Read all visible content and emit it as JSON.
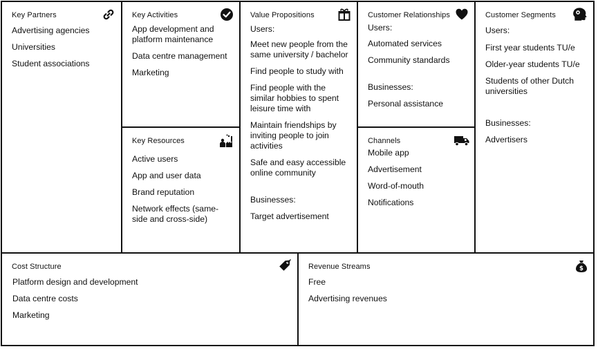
{
  "sections": {
    "key_partners": {
      "title": "Key Partners",
      "icon": "link-icon",
      "items": [
        "Advertising agencies",
        "Universities",
        "Student associations"
      ]
    },
    "key_activities": {
      "title": "Key Activities",
      "icon": "checkmark-icon",
      "items": [
        "App development and platform maintenance",
        "Data centre management",
        "Marketing"
      ]
    },
    "key_resources": {
      "title": "Key Resources",
      "icon": "factory-worker-icon",
      "items": [
        "Active users",
        "App and user data",
        "Brand reputation",
        "Network effects (same-side and cross-side)"
      ]
    },
    "value_propositions": {
      "title": "Value Propositions",
      "icon": "gift-icon",
      "items": [
        "Users:",
        "Meet new people from the same university / bachelor",
        "Find people to study with",
        "Find people with the similar hobbies to spent leisure time with",
        "Maintain friendships by inviting people to join activities",
        "Safe and easy accessible online community",
        "Businesses:",
        "Target advertisement"
      ]
    },
    "customer_relationships": {
      "title": "Customer Relationships",
      "icon": "heart-icon",
      "items": [
        "Users:",
        "Automated services",
        "Community standards",
        "Businesses:",
        "Personal assistance"
      ]
    },
    "channels": {
      "title": "Channels",
      "icon": "truck-icon",
      "items": [
        "Mobile app",
        "Advertisement",
        "Word-of-mouth",
        "Notifications"
      ]
    },
    "customer_segments": {
      "title": "Customer Segments",
      "icon": "head-profile-icon",
      "items": [
        "Users:",
        "First year students TU/e",
        "Older-year students TU/e",
        "Students of other Dutch universities",
        "Businesses:",
        "Advertisers"
      ]
    },
    "cost_structure": {
      "title": "Cost Structure",
      "icon": "price-tag-icon",
      "items": [
        "Platform design and development",
        "Data centre costs",
        "Marketing"
      ]
    },
    "revenue_streams": {
      "title": "Revenue Streams",
      "icon": "money-bag-icon",
      "items": [
        "Free",
        "Advertising revenues"
      ]
    }
  }
}
